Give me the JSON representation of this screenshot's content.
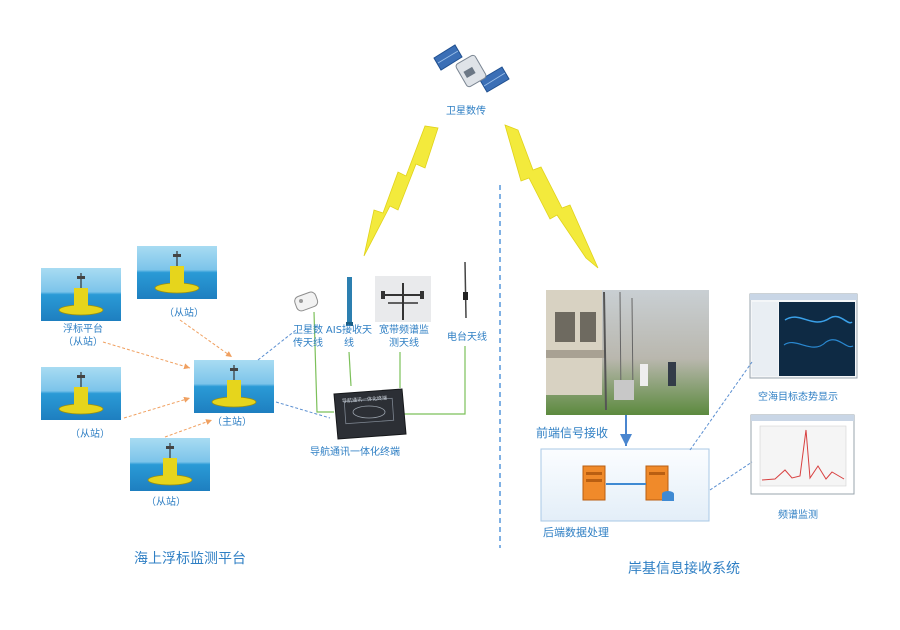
{
  "satellite": {
    "label": "卫星数传"
  },
  "sea_platform": {
    "title": "海上浮标监测平台",
    "buoy_platform_label": "浮标平台",
    "slave_label": "（从站）",
    "master_label": "（主站）",
    "terminal": {
      "label": "导航通讯一体化终端",
      "device_text": "导航通讯一体化终端"
    },
    "antennas": {
      "satellite_antenna": "卫星数传天线",
      "ais_antenna": "AIS接收天线",
      "spectrum_antenna": "宽带频谱监测天线",
      "radio_antenna": "电台天线"
    }
  },
  "shore_system": {
    "title": "岸基信息接收系统",
    "front_end": "前端信号接收",
    "back_end": "后端数据处理",
    "target_display": "空海目标态势显示",
    "spectrum_monitor": "频谱监测"
  },
  "colors": {
    "label_blue": "#2f7fc4",
    "sea": "#2a9ad6",
    "sky": "#9fd6ef",
    "buoy_yellow": "#e6d51c",
    "lightning": "#f3ea3c",
    "server_orange": "#f08a2a",
    "arrow_orange": "#f0a060",
    "link_blue": "#5b8fd1",
    "link_green": "#7cc05a"
  }
}
